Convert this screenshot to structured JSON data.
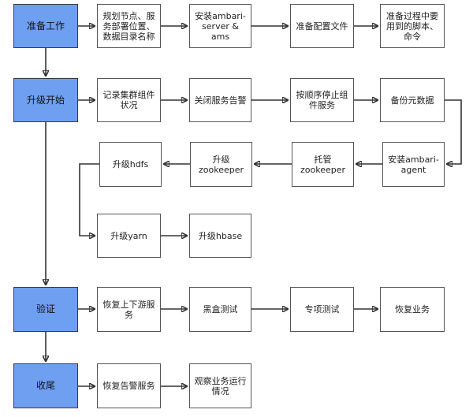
{
  "phases": [
    {
      "id": "p1",
      "label": "准备工作"
    },
    {
      "id": "p2",
      "label": "升级开始"
    },
    {
      "id": "p3",
      "label": "验证"
    },
    {
      "id": "p4",
      "label": "收尾"
    }
  ],
  "steps": {
    "s11": "规划节点、服\n务部署位置、\n数据目录名称",
    "s12": "安装ambari-\nserver & ams",
    "s13": "准备配置文件",
    "s14": "准备过程中要\n用到的脚本、\n命令",
    "s21": "记录集群组件\n状况",
    "s22": "关闭服务告警",
    "s23": "按顺序停止组\n件服务",
    "s24": "备份元数据",
    "s25": "安装ambari-\nagent",
    "s26": "托管\nzookeeper",
    "s27": "升级\nzookeeper",
    "s28": "升级hdfs",
    "s29": "升级yarn",
    "s210": "升级hbase",
    "s31": "恢复上下游服\n务",
    "s32": "黑盒测试",
    "s33": "专项测试",
    "s34": "恢复业务",
    "s41": "恢复告警服务",
    "s42": "观察业务运行\n情况"
  }
}
